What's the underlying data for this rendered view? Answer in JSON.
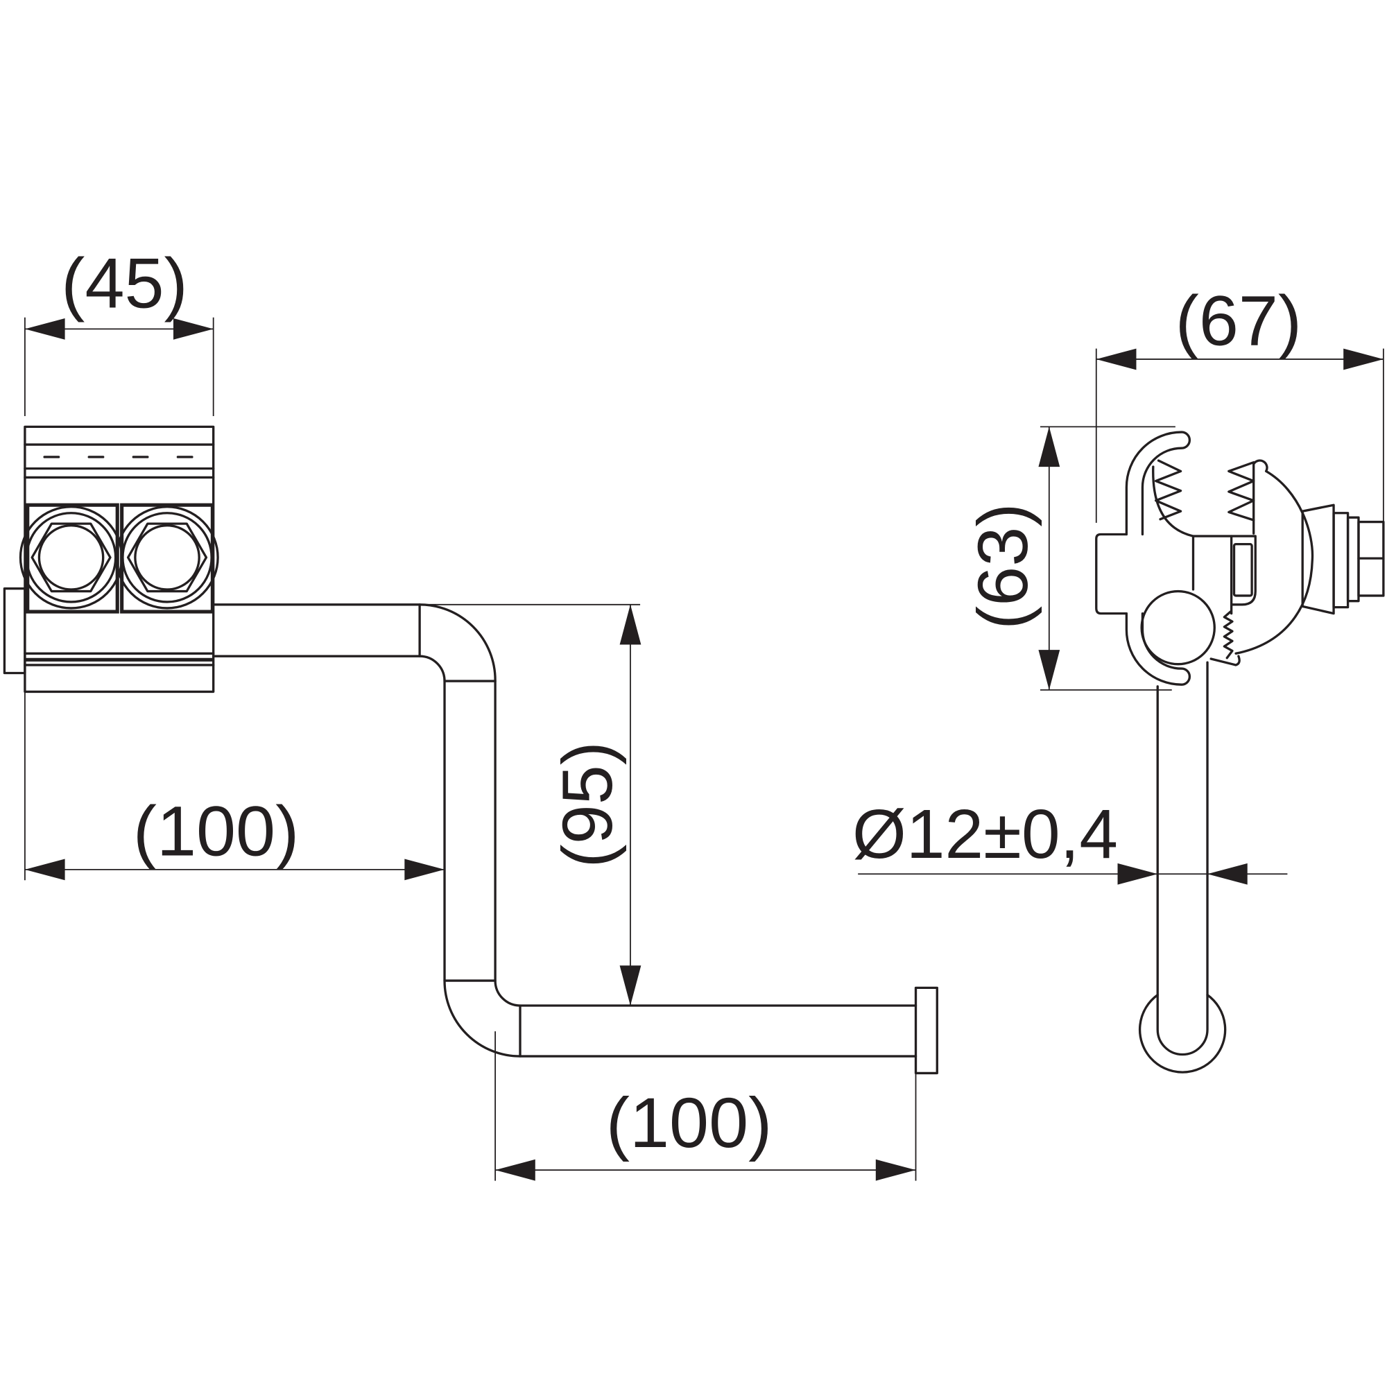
{
  "front_view": {
    "clamp_width_label": "(45)",
    "offset_label": "(100)",
    "drop_label": "(95)",
    "rod_length_label": "(100)"
  },
  "side_view": {
    "clamp_depth_label": "(67)",
    "clamp_height_label": "(63)",
    "rod_diameter_label": "Ø12±0,4"
  },
  "colors": {
    "ink": "#231f20",
    "background": "#ffffff"
  }
}
